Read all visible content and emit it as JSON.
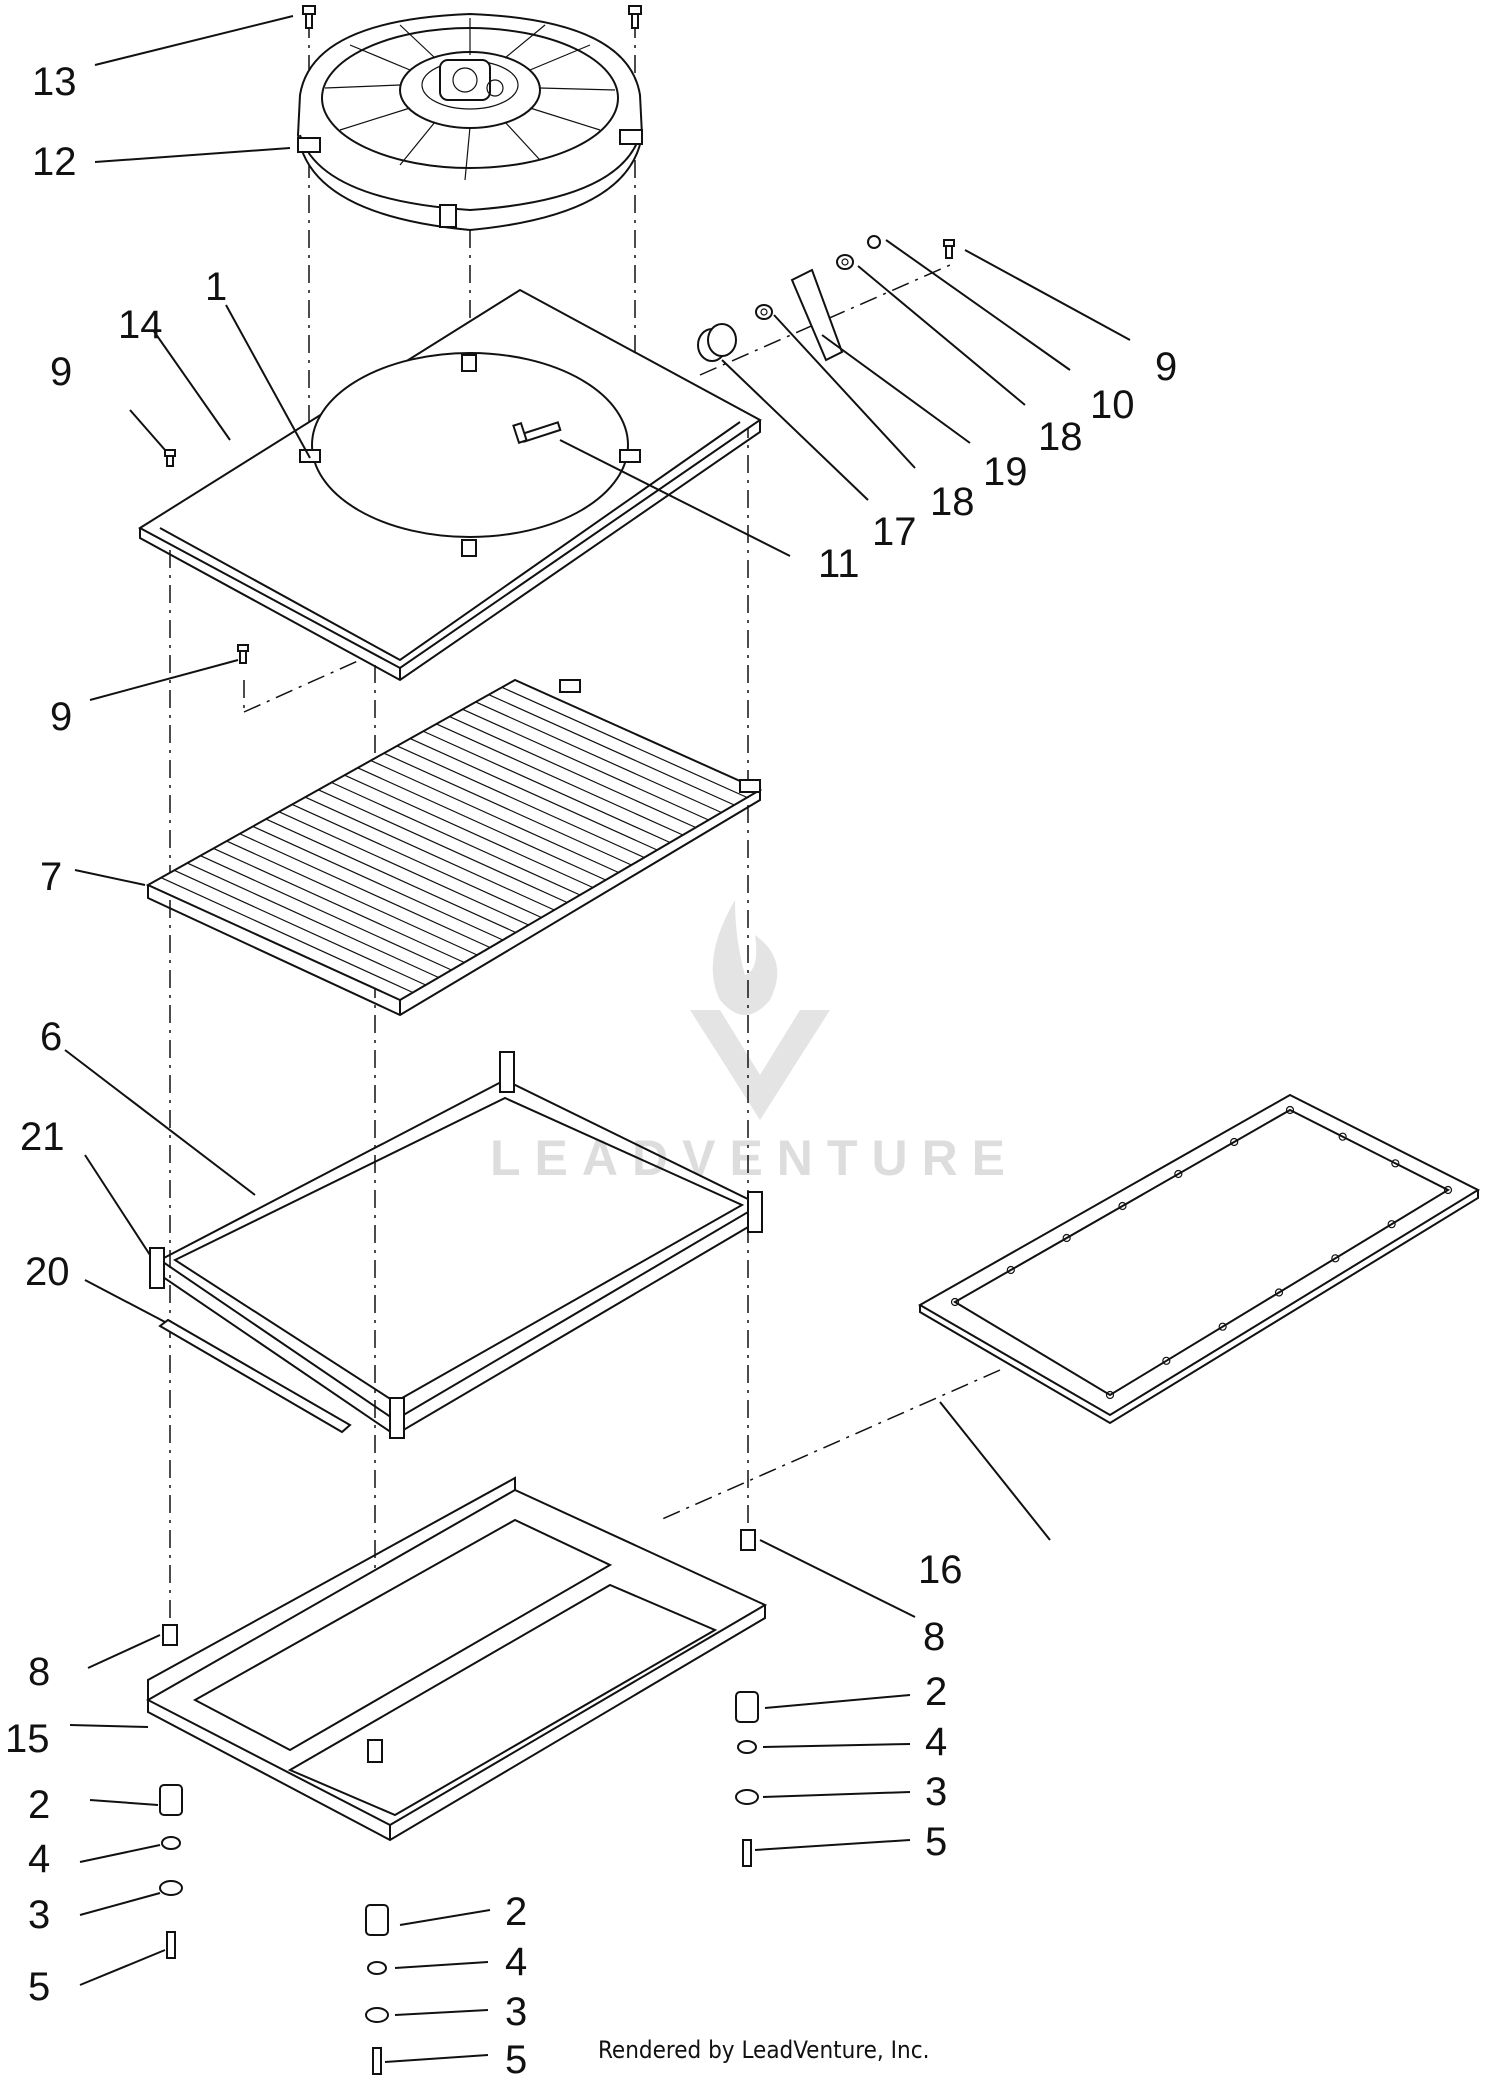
{
  "diagram": {
    "footer": "Rendered by LeadVenture, Inc.",
    "watermark": "LEADVENTURE",
    "callouts": [
      {
        "id": "c13",
        "label": "13"
      },
      {
        "id": "c12",
        "label": "12"
      },
      {
        "id": "c14",
        "label": "14"
      },
      {
        "id": "c1",
        "label": "1"
      },
      {
        "id": "c9a",
        "label": "9"
      },
      {
        "id": "c9b",
        "label": "9"
      },
      {
        "id": "c10",
        "label": "10"
      },
      {
        "id": "c18a",
        "label": "18"
      },
      {
        "id": "c19",
        "label": "19"
      },
      {
        "id": "c18b",
        "label": "18"
      },
      {
        "id": "c17",
        "label": "17"
      },
      {
        "id": "c11",
        "label": "11"
      },
      {
        "id": "c9c",
        "label": "9"
      },
      {
        "id": "c7",
        "label": "7"
      },
      {
        "id": "c6",
        "label": "6"
      },
      {
        "id": "c21",
        "label": "21"
      },
      {
        "id": "c20",
        "label": "20"
      },
      {
        "id": "c16",
        "label": "16"
      },
      {
        "id": "c8a",
        "label": "8"
      },
      {
        "id": "c8b",
        "label": "8"
      },
      {
        "id": "c15",
        "label": "15"
      },
      {
        "id": "c2a",
        "label": "2"
      },
      {
        "id": "c4a",
        "label": "4"
      },
      {
        "id": "c3a",
        "label": "3"
      },
      {
        "id": "c5a",
        "label": "5"
      },
      {
        "id": "c2b",
        "label": "2"
      },
      {
        "id": "c4b",
        "label": "4"
      },
      {
        "id": "c3b",
        "label": "3"
      },
      {
        "id": "c5b",
        "label": "5"
      },
      {
        "id": "c2c",
        "label": "2"
      },
      {
        "id": "c4c",
        "label": "4"
      },
      {
        "id": "c3c",
        "label": "3"
      },
      {
        "id": "c5c",
        "label": "5"
      }
    ]
  }
}
